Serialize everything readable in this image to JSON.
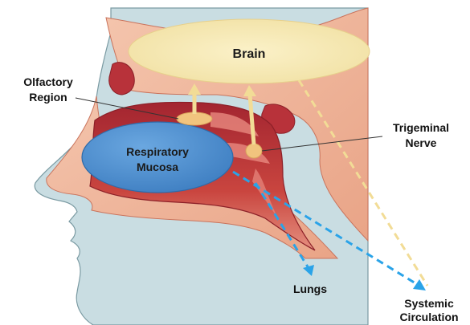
{
  "labels": {
    "brain": "Brain",
    "olfactory_line1": "Olfactory",
    "olfactory_line2": "Region",
    "respiratory_line1": "Respiratory",
    "respiratory_line2": "Mucosa",
    "trigeminal_line1": "Trigeminal",
    "trigeminal_line2": "Nerve",
    "lungs": "Lungs",
    "systemic_line1": "Systemic",
    "systemic_line2": "Circulation"
  },
  "colors": {
    "background_panel": "#c9dde2",
    "skin": "#f0b89e",
    "skin_edge": "#c9735c",
    "cavity": "#b8323a",
    "cavity_light": "#e88a80",
    "brain": "#f4e6b0",
    "respiratory_mucosa": "#4f8fd0",
    "pathway_yellow": "#f2dc96",
    "pathway_blue": "#2aa3e8",
    "node_orange": "#f1c47e"
  }
}
